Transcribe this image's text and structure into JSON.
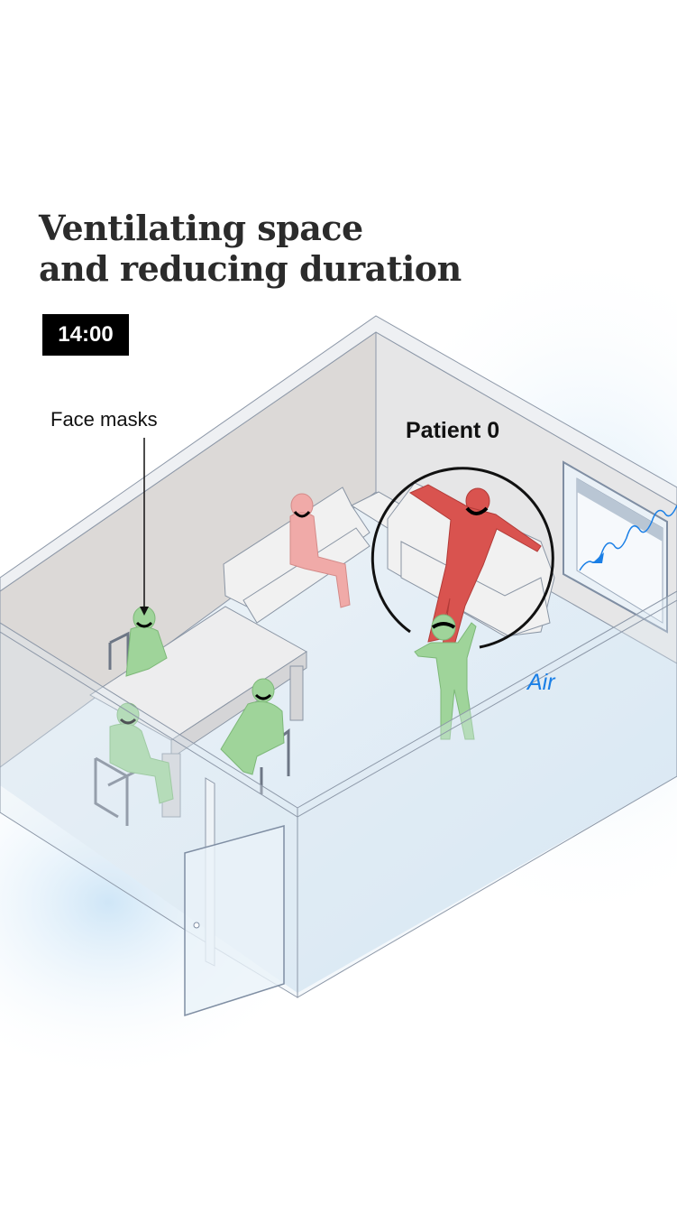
{
  "title": {
    "line1": "Ventilating space",
    "line2": "and reducing duration"
  },
  "time_badge": "14:00",
  "labels": {
    "face_masks": "Face masks",
    "patient_zero": "Patient 0",
    "air": "Air"
  },
  "colors": {
    "infected": "#d9534f",
    "exposed": "#f0aaa8",
    "protected": "#9fd49a",
    "air": "#1a7fe6",
    "badge": "#000000"
  }
}
